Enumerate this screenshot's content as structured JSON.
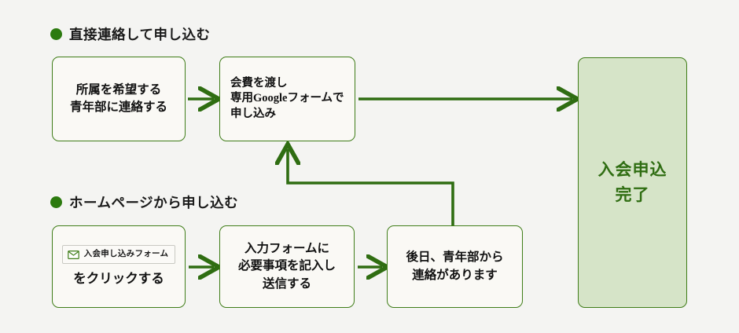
{
  "page": {
    "background_color": "#f4f4f2",
    "accent_green": "#3f7d18",
    "bullet_color": "#2c7a0f",
    "goal_fill": "#d6e4c8",
    "goal_text_color": "#2f6d12",
    "node_fill": "#faf9f5"
  },
  "sections": [
    {
      "id": "direct",
      "bullet_icon": "filled-circle-bullet",
      "title": "直接連絡して申し込む"
    },
    {
      "id": "web",
      "bullet_icon": "filled-circle-bullet",
      "title": "ホームページから申し込む"
    }
  ],
  "nodes": {
    "contact": {
      "lines": [
        "所属を希望する",
        "青年部に連絡する"
      ],
      "align": "center"
    },
    "fee": {
      "lines": [
        "会費を渡し",
        "専用Googleフォームで",
        "申し込み"
      ],
      "align": "left"
    },
    "click": {
      "chip": {
        "icon": "mail-envelope-icon",
        "label": "入会申し込みフォーム"
      },
      "action_label": "をクリックする"
    },
    "input": {
      "lines": [
        "入力フォームに",
        "必要事項を記入し",
        "送信する"
      ],
      "align": "center"
    },
    "later": {
      "lines": [
        "後日、青年部から",
        "連絡があります"
      ],
      "align": "center"
    },
    "goal": {
      "lines": [
        "入会申込",
        "完了"
      ]
    }
  },
  "connectors": [
    {
      "id": "contact-to-fee",
      "from": "contact",
      "to": "fee",
      "direction": "right"
    },
    {
      "id": "fee-to-goal",
      "from": "fee",
      "to": "goal",
      "direction": "right"
    },
    {
      "id": "click-to-input",
      "from": "click",
      "to": "input",
      "direction": "right"
    },
    {
      "id": "input-to-later",
      "from": "input",
      "to": "later",
      "direction": "right"
    },
    {
      "id": "later-to-fee",
      "from": "later",
      "to": "fee",
      "direction": "up-left-elbow"
    }
  ]
}
